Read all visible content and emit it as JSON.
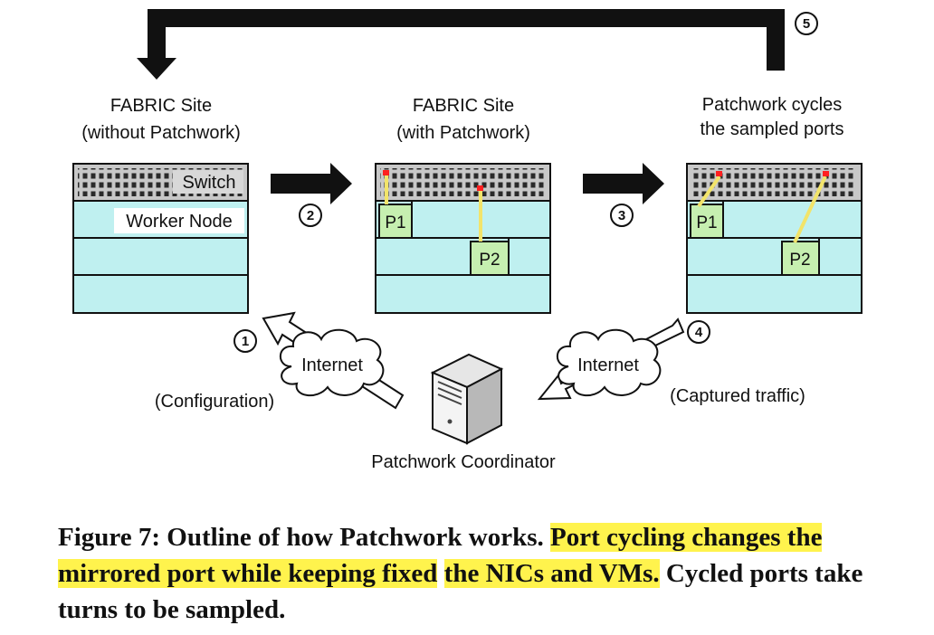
{
  "step_labels": [
    "1",
    "2",
    "3",
    "4",
    "5"
  ],
  "site1": {
    "title_line1": "FABRIC Site",
    "title_line2": "(without Patchwork)",
    "switch_label": "Switch",
    "node_label": "Worker Node"
  },
  "site2": {
    "title_line1": "FABRIC Site",
    "title_line2": "(with Patchwork)",
    "port1": "P1",
    "port2": "P2"
  },
  "site3": {
    "title_line1": "Patchwork cycles",
    "title_line2": "the sampled ports",
    "port1": "P1",
    "port2": "P2"
  },
  "internet_left": "Internet",
  "internet_right": "Internet",
  "config_label": "(Configuration)",
  "captured_label": "(Captured traffic)",
  "coordinator_label": "Patchwork Coordinator",
  "caption": {
    "prefix": "Figure 7: Outline of how Patchwork works.",
    "highlight1": "Port cycling changes the mirrored port while keeping fixed",
    "highlight2": "the NICs and VMs.",
    "suffix": "Cycled ports take turns to be sampled."
  },
  "colors": {
    "switch": "#c8c8c8",
    "node": "#bff0f0",
    "port": "#c6efb0",
    "mirror": "#ff2020",
    "link": "#f2e46a",
    "highlight": "#fff34d"
  }
}
